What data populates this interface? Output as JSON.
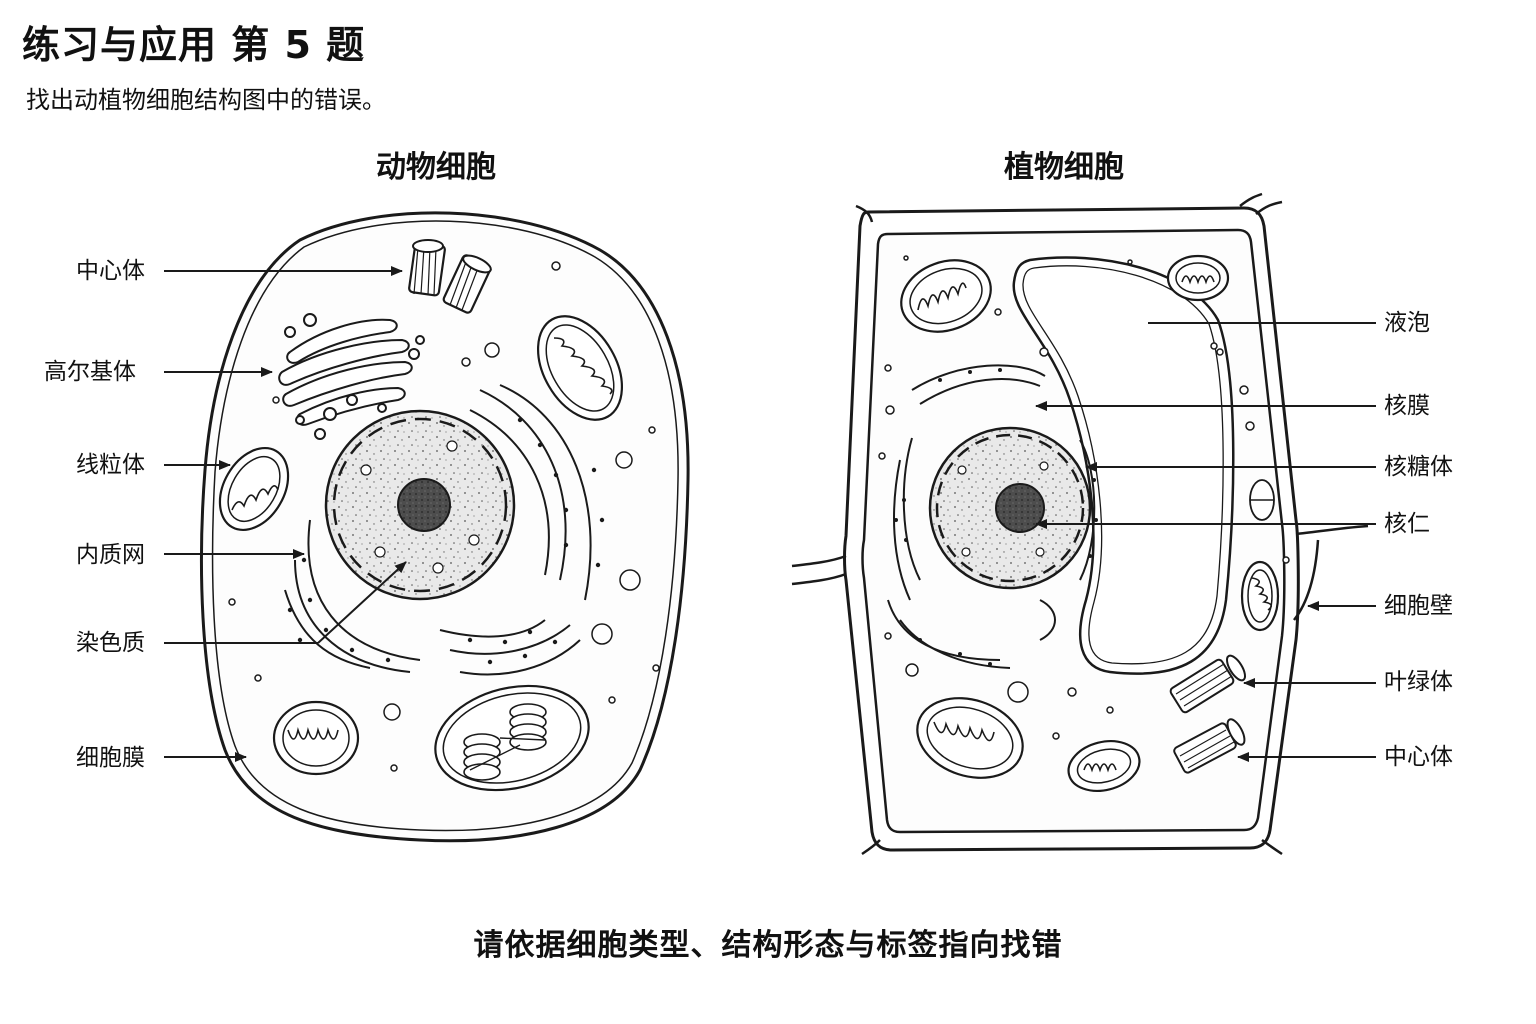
{
  "header": {
    "title": "练习与应用 第 5 题",
    "subtitle": "找出动植物细胞结构图中的错误。"
  },
  "animal_cell": {
    "title": "动物细胞",
    "labels": [
      "中心体",
      "高尔基体",
      "线粒体",
      "内质网",
      "染色质",
      "细胞膜"
    ]
  },
  "plant_cell": {
    "title": "植物细胞",
    "labels": [
      "液泡",
      "核膜",
      "核糖体",
      "核仁",
      "细胞壁",
      "叶绿体",
      "中心体"
    ]
  },
  "footer": {
    "instruction": "请依据细胞类型、结构形态与标签指向找错"
  },
  "colors": {
    "ink": "#1a1a1a",
    "nucleoplasm": "#e6e6e6",
    "nucleolus": "#4a4a4a",
    "background": "#ffffff"
  }
}
